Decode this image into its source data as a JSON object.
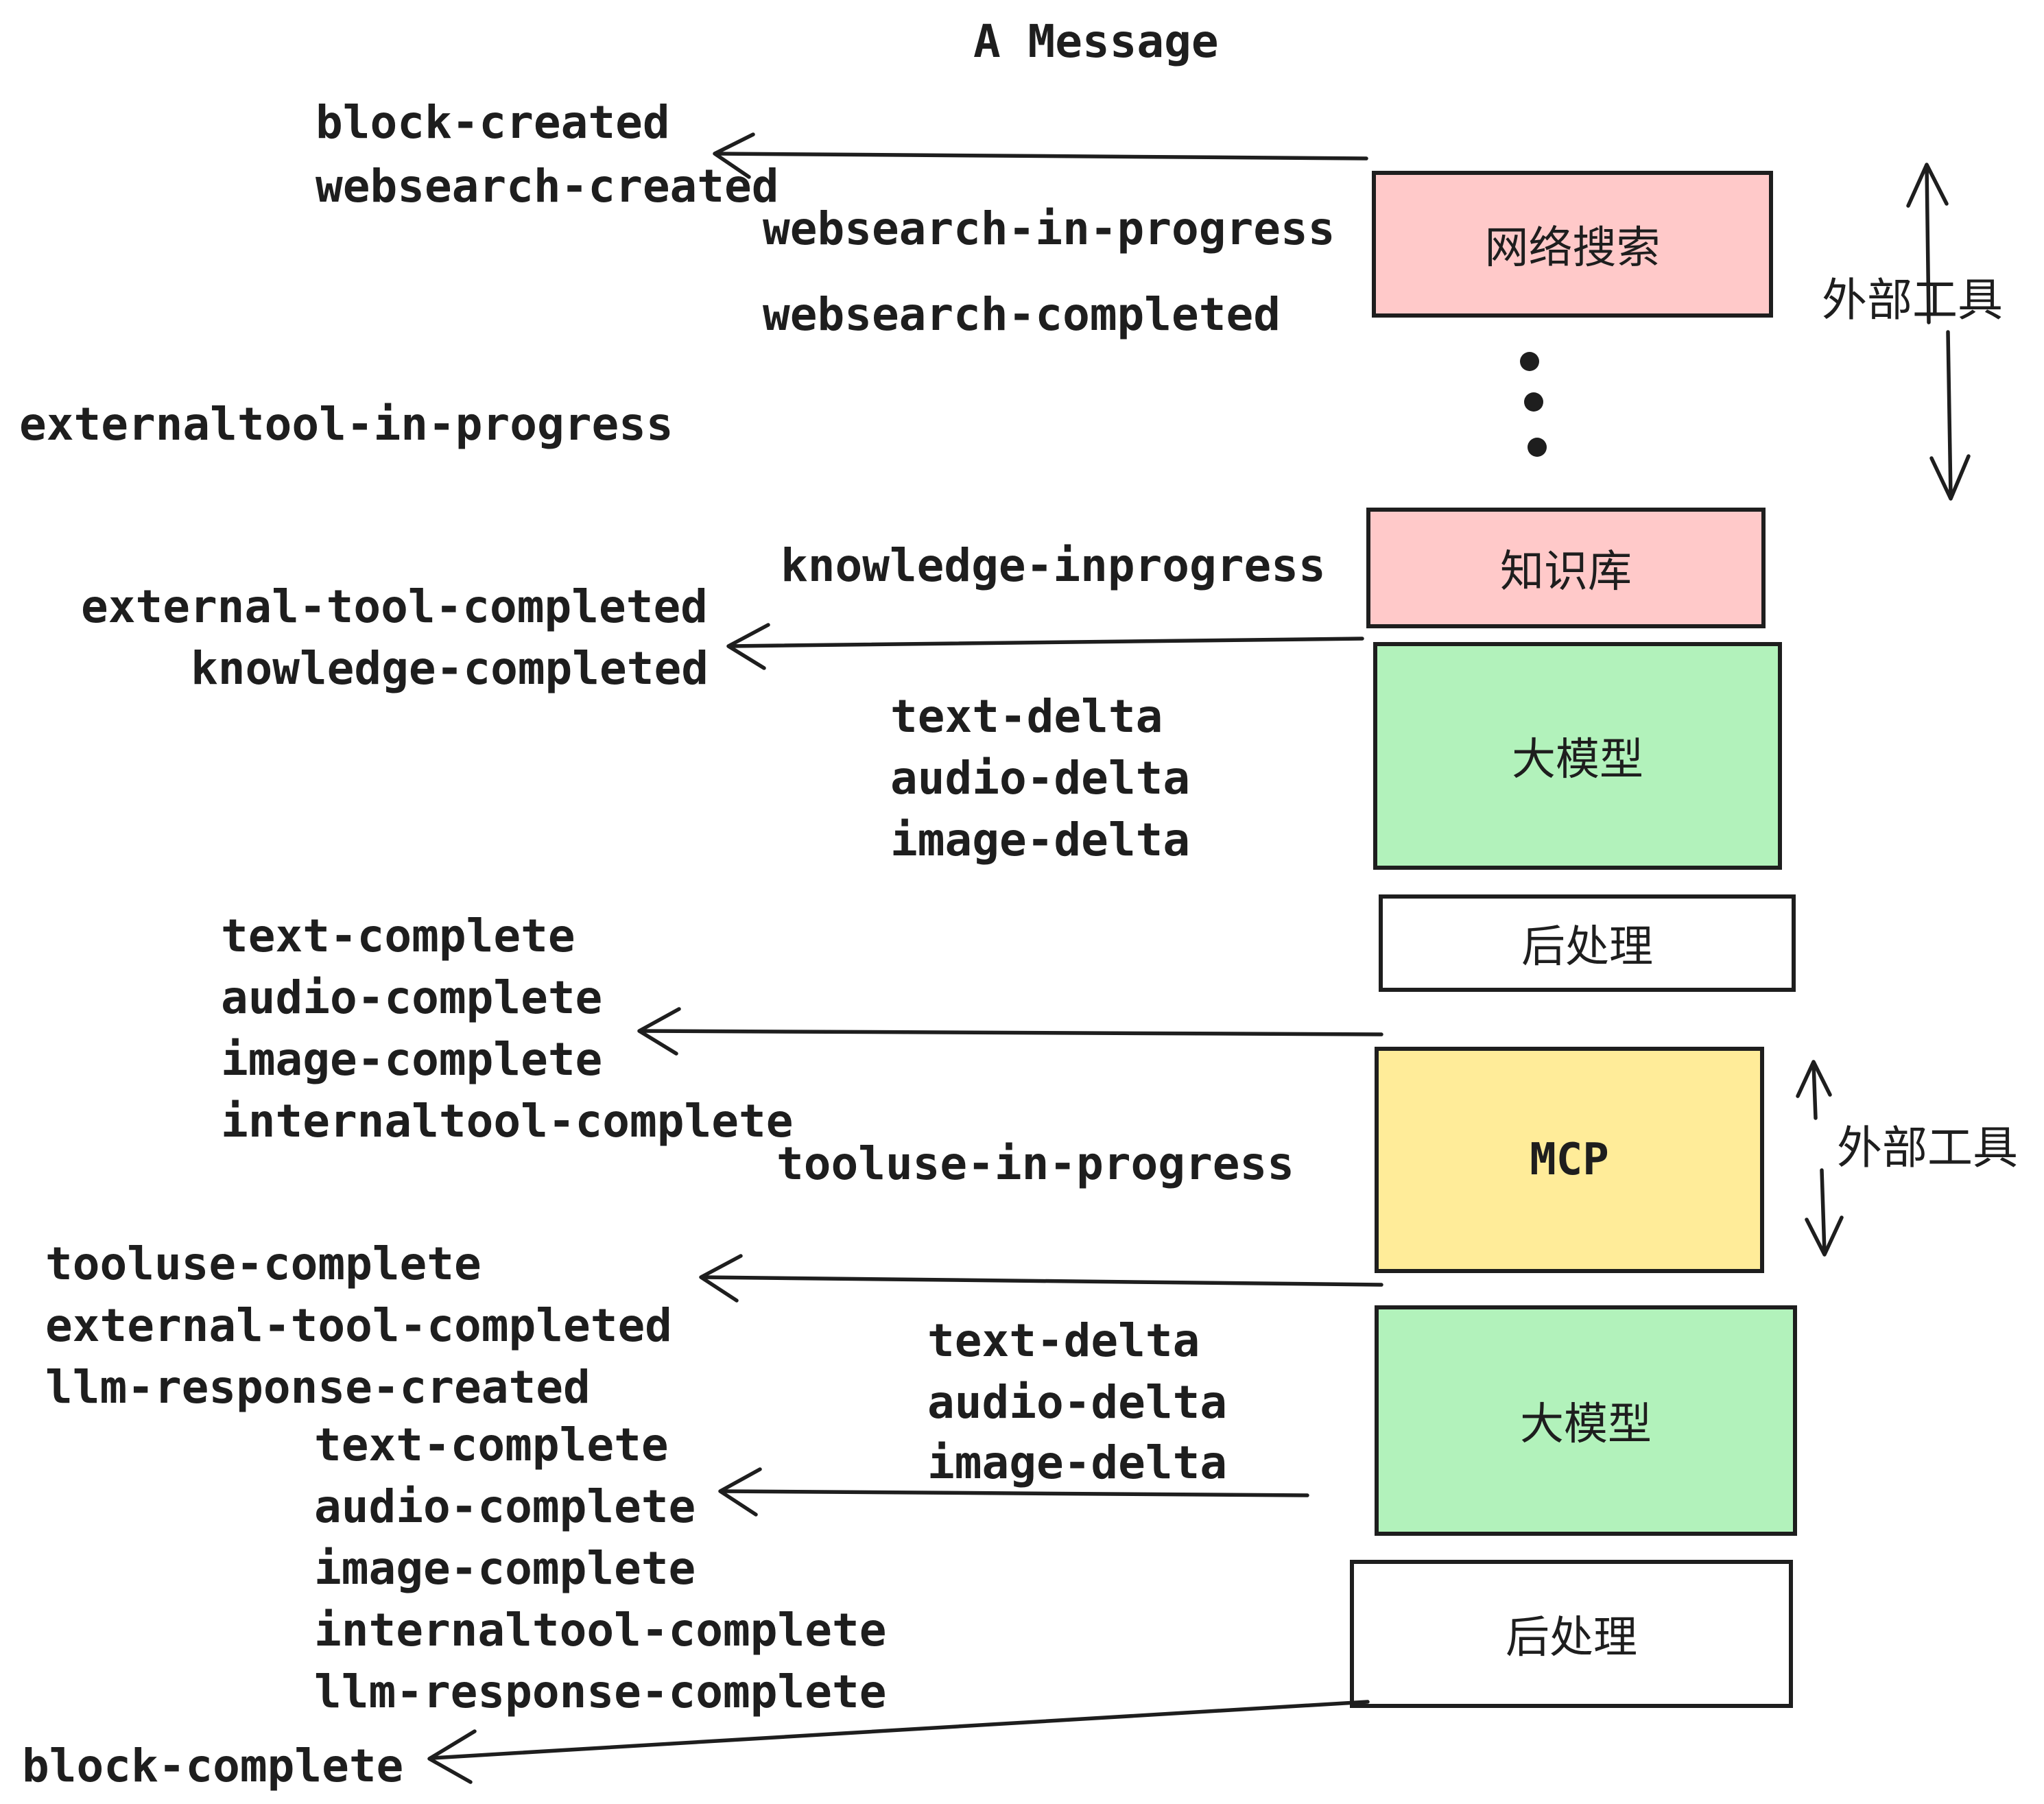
{
  "title": "A Message",
  "palette": {
    "pink": "#ffc9c9",
    "green": "#b2f2bb",
    "yellow": "#ffec99",
    "ink": "#1e1e1e",
    "background": "#ffffff"
  },
  "events": {
    "block_created": "block-created",
    "websearch_created": "websearch-created",
    "websearch_in_progress": "websearch-in-progress",
    "websearch_completed": "websearch-completed",
    "externaltool_in_progress": "externaltool-in-progress",
    "knowledge_inprogress": "knowledge-inprogress",
    "external_tool_completed": "external-tool-completed",
    "knowledge_completed": "knowledge-completed",
    "text_delta": "text-delta",
    "audio_delta": "audio-delta",
    "image_delta": "image-delta",
    "text_complete": "text-complete",
    "audio_complete": "audio-complete",
    "image_complete": "image-complete",
    "internaltool_complete": "internaltool-complete",
    "tooluse_in_progress": "tooluse-in-progress",
    "tooluse_complete": "tooluse-complete",
    "llm_response_created": "llm-response-created",
    "llm_response_complete": "llm-response-complete",
    "block_complete": "block-complete"
  },
  "boxes": {
    "websearch": "网络搜索",
    "knowledge": "知识库",
    "llm": "大模型",
    "postprocess": "后处理",
    "mcp": "MCP"
  },
  "side": {
    "external_tools": "外部工具"
  }
}
